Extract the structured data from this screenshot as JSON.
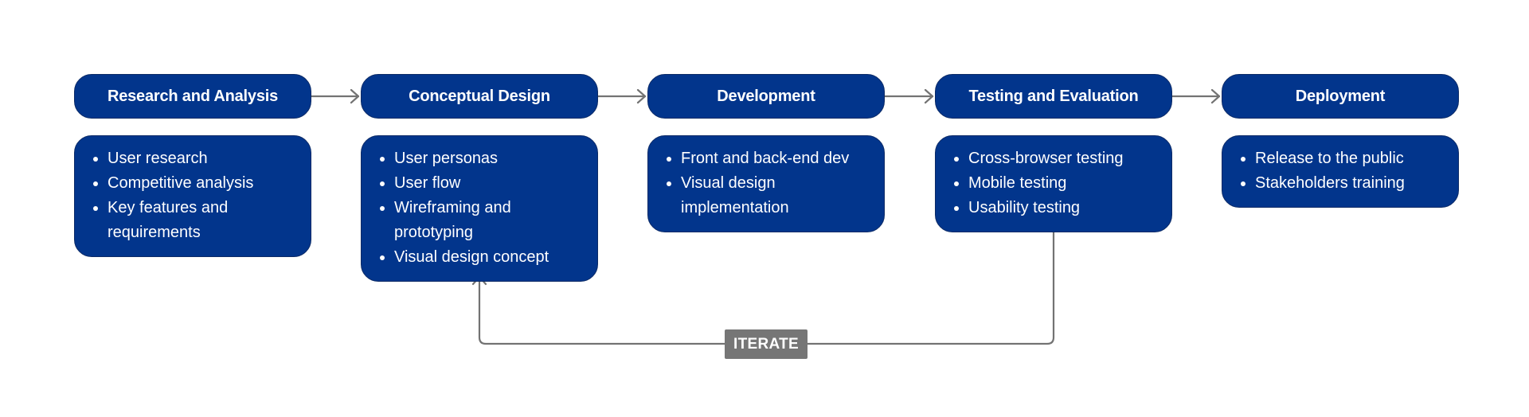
{
  "stages": [
    {
      "title": "Research and Analysis",
      "items": [
        "User research",
        "Competitive analysis",
        "Key features and requirements"
      ]
    },
    {
      "title": "Conceptual Design",
      "items": [
        "User personas",
        "User flow",
        "Wireframing and prototyping",
        "Visual design concept"
      ]
    },
    {
      "title": "Development",
      "items": [
        "Front and back-end dev",
        "Visual design implementation"
      ]
    },
    {
      "title": "Testing and Evaluation",
      "items": [
        "Cross-browser testing",
        "Mobile testing",
        "Usability testing"
      ]
    },
    {
      "title": "Deployment",
      "items": [
        "Release to the public",
        "Stakeholders training"
      ]
    }
  ],
  "loop": {
    "label": "ITERATE",
    "from_stage": "Testing and Evaluation",
    "to_stage": "Conceptual Design"
  },
  "colors": {
    "box_fill": "#02358c",
    "box_text": "#ffffff",
    "connector": "#737373",
    "label_fill": "#767676"
  }
}
